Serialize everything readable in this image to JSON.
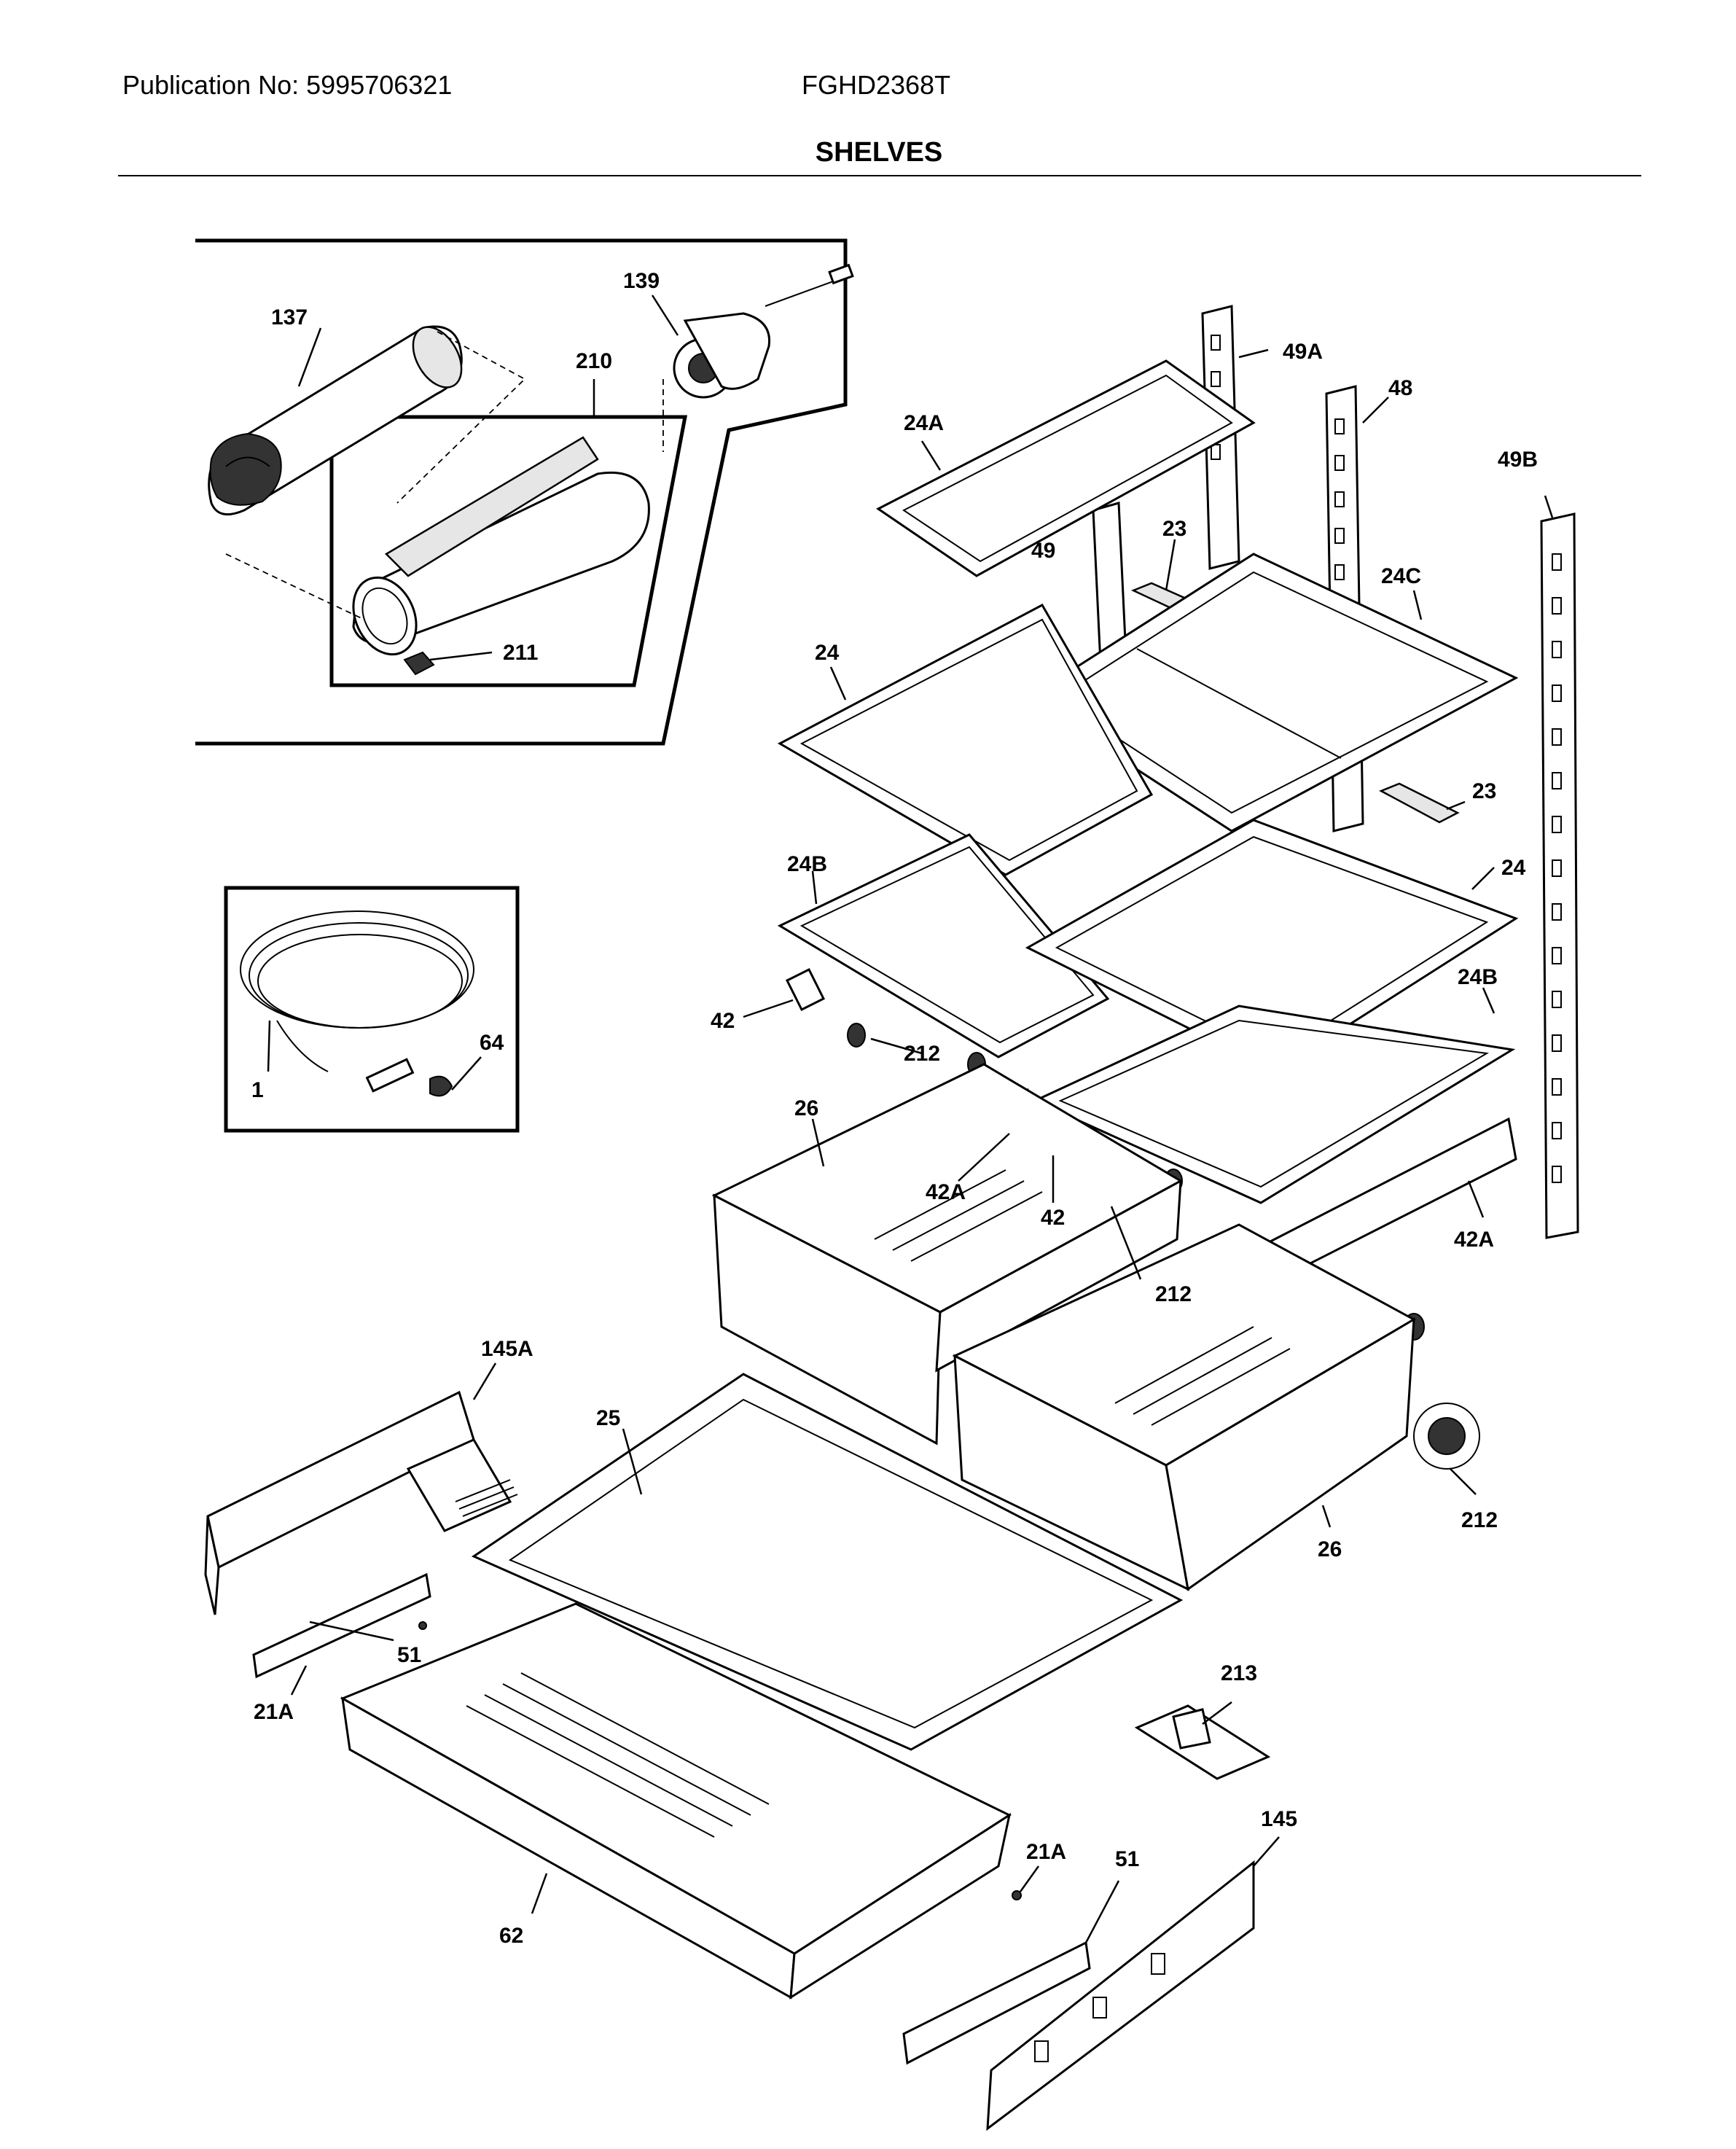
{
  "header": {
    "publication": "Publication No: 5995706321",
    "model": "FGHD2368T",
    "title": "SHELVES"
  },
  "callouts": {
    "c137": "137",
    "c139": "139",
    "c210": "210",
    "c211": "211",
    "c1": "1",
    "c64": "64",
    "c49A": "49A",
    "c48": "48",
    "c49B": "49B",
    "c24A": "24A",
    "c49": "49",
    "c23a": "23",
    "c24C": "24C",
    "c24a": "24",
    "c23b": "23",
    "c24b": "24",
    "c24Ba": "24B",
    "c24Bb": "24B",
    "c42a": "42",
    "c212a": "212",
    "c26a": "26",
    "c42Aa": "42A",
    "c42b": "42",
    "c212b": "212",
    "c42Ab": "42A",
    "c145A": "145A",
    "c25": "25",
    "c212c": "212",
    "c26b": "26",
    "c51a": "51",
    "c21Aa": "21A",
    "c213": "213",
    "c145": "145",
    "c21Ab": "21A",
    "c51b": "51",
    "c62": "62"
  }
}
